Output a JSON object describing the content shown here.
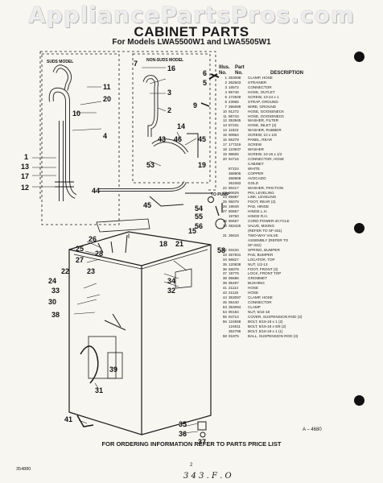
{
  "watermark": "AppliancePartsPros.com",
  "title": "CABINET PARTS",
  "models": "For Models LWA5500W1 and LWA5505W1",
  "table_head": {
    "illus": "Illus.",
    "no": "No.",
    "part": "Part",
    "part_no": "No.",
    "desc": "DESCRIPTION"
  },
  "parts": [
    {
      "n": "1",
      "p": "353098",
      "d": "CLAMP, HOSE"
    },
    {
      "n": "2",
      "p": "362603",
      "d": "STRAINER"
    },
    {
      "n": "3",
      "p": "16572",
      "d": "CONNECTOR"
    },
    {
      "n": "4",
      "p": "96746",
      "d": "HOSE, OUTLET"
    },
    {
      "n": "5",
      "p": "172849",
      "d": "SCREW, 10-24 x 1"
    },
    {
      "n": "6",
      "p": "23965",
      "d": "STRAP, GROUND"
    },
    {
      "n": "7",
      "p": "356089",
      "d": "WIRE, GROUND"
    },
    {
      "n": "10",
      "p": "91272",
      "d": "HOSE, GOOSENECK"
    },
    {
      "n": "11",
      "p": "96743",
      "d": "HOSE, GOOSENECK"
    },
    {
      "n": "12",
      "p": "353945",
      "d": "WASHER, FILTER"
    },
    {
      "n": "13",
      "p": "87231",
      "d": "HOSE, INLET (2)"
    },
    {
      "n": "14",
      "p": "11823",
      "d": "WASHER, RUBBER"
    },
    {
      "n": "15",
      "p": "90864",
      "d": "SCREW, 10 x 1/8"
    },
    {
      "n": "16",
      "p": "86279",
      "d": "PANEL, REAR"
    },
    {
      "n": "17",
      "p": "177319",
      "d": "SCREW"
    },
    {
      "n": "18",
      "p": "123637",
      "d": "WASHER"
    },
    {
      "n": "19",
      "p": "98605",
      "d": "SCREW, 10-16 x 1/2"
    },
    {
      "n": "20",
      "p": "94716",
      "d": "CONNECTOR, HOSE"
    },
    {
      "n": "",
      "p": "",
      "d": "CABINET"
    },
    {
      "n": "",
      "p": "87224",
      "d": "WHITE"
    },
    {
      "n": "",
      "p": "368905",
      "d": "COPPER"
    },
    {
      "n": "",
      "p": "368908",
      "d": "AVOCADO"
    },
    {
      "n": "",
      "p": "361083",
      "d": "GOLD"
    },
    {
      "n": "22",
      "p": "90417",
      "d": "WASHER, FRICTION"
    },
    {
      "n": "23",
      "p": "90629",
      "d": "PIN, LEVELING"
    },
    {
      "n": "24",
      "p": "95887",
      "d": "LINK, LEVELING"
    },
    {
      "n": "25",
      "p": "95079",
      "d": "FOOT, REAR (2)"
    },
    {
      "n": "26",
      "p": "19849",
      "d": "PAD, HINGE"
    },
    {
      "n": "27",
      "p": "90867",
      "d": "HINGE L.H."
    },
    {
      "n": "",
      "p": "19750",
      "d": "HINGE R.H."
    },
    {
      "n": "28",
      "p": "90667",
      "d": "CORD POWER-4CYCLE"
    },
    {
      "n": "30",
      "p": "383425",
      "d": "VALVE, MIXING"
    },
    {
      "n": "",
      "p": "",
      "d": "(REFER TO SF-341)"
    },
    {
      "n": "31",
      "p": "35618",
      "d": "TWO-WAY VALVE"
    },
    {
      "n": "",
      "p": "",
      "d": "ASSEMBLY (REFER TO"
    },
    {
      "n": "",
      "p": "",
      "d": "SF-342)"
    },
    {
      "n": "32",
      "p": "93434",
      "d": "SPRING, BUMPER"
    },
    {
      "n": "33",
      "p": "367831",
      "d": "PAD, BUMPER"
    },
    {
      "n": "34",
      "p": "96827",
      "d": "LOCATOR, TOP"
    },
    {
      "n": "35",
      "p": "120838",
      "d": "NUT, 1/2-13"
    },
    {
      "n": "36",
      "p": "56078",
      "d": "FOOT, FRONT (2)"
    },
    {
      "n": "37",
      "p": "19776",
      "d": "LOCK, FRONT TOP"
    },
    {
      "n": "38",
      "p": "95686",
      "d": "GROMMET"
    },
    {
      "n": "39",
      "p": "95497",
      "d": "BUSHING"
    },
    {
      "n": "41",
      "p": "21114",
      "d": "HOSE"
    },
    {
      "n": "43",
      "p": "21115",
      "d": "HOSE"
    },
    {
      "n": "44",
      "p": "353097",
      "d": "CLAMP, HOSE"
    },
    {
      "n": "45",
      "p": "95440",
      "d": "CONNECTOR"
    },
    {
      "n": "53",
      "p": "353094",
      "d": "CLAMP"
    },
    {
      "n": "54",
      "p": "90184",
      "d": "NUT, 5/16-18"
    },
    {
      "n": "55",
      "p": "94714",
      "d": "COVER, SUSPENSION ROD (3)"
    },
    {
      "n": "56",
      "p": "124558",
      "d": "BOLT, 5/16-18 x 1 (2)"
    },
    {
      "n": "",
      "p": "124611",
      "d": "BOLT, 5/16-18 x 5/8 (2)"
    },
    {
      "n": "",
      "p": "352796",
      "d": "BOLT, 5/16-18 x 1 (1)"
    },
    {
      "n": "58",
      "p": "91875",
      "d": "BALL, SUSPENSION ROD (3)"
    }
  ],
  "diagram": {
    "suds_label": "SUDS MODEL",
    "nonsuds_label": "NON-SUDS MODEL",
    "to_pump": "TO PUMP",
    "callouts": [
      "11",
      "20",
      "10",
      "4",
      "1",
      "13",
      "17",
      "12",
      "7",
      "16",
      "6",
      "5",
      "9",
      "3",
      "2",
      "14",
      "46",
      "43",
      "45",
      "53",
      "19",
      "44",
      "45",
      "54",
      "55",
      "56",
      "58",
      "15",
      "26",
      "25",
      "28",
      "27",
      "23",
      "22",
      "24",
      "34",
      "32",
      "33",
      "30",
      "38",
      "39",
      "31",
      "41",
      "35",
      "36",
      "37",
      "18",
      "21"
    ],
    "figure_no": "A-4680"
  },
  "footer": "FOR ORDERING INFORMATION REFER TO PARTS PRICE LIST",
  "code": "A – 4680",
  "page_number": "2",
  "left_code": "354880",
  "handwritten": "3 4 3 . F . O"
}
